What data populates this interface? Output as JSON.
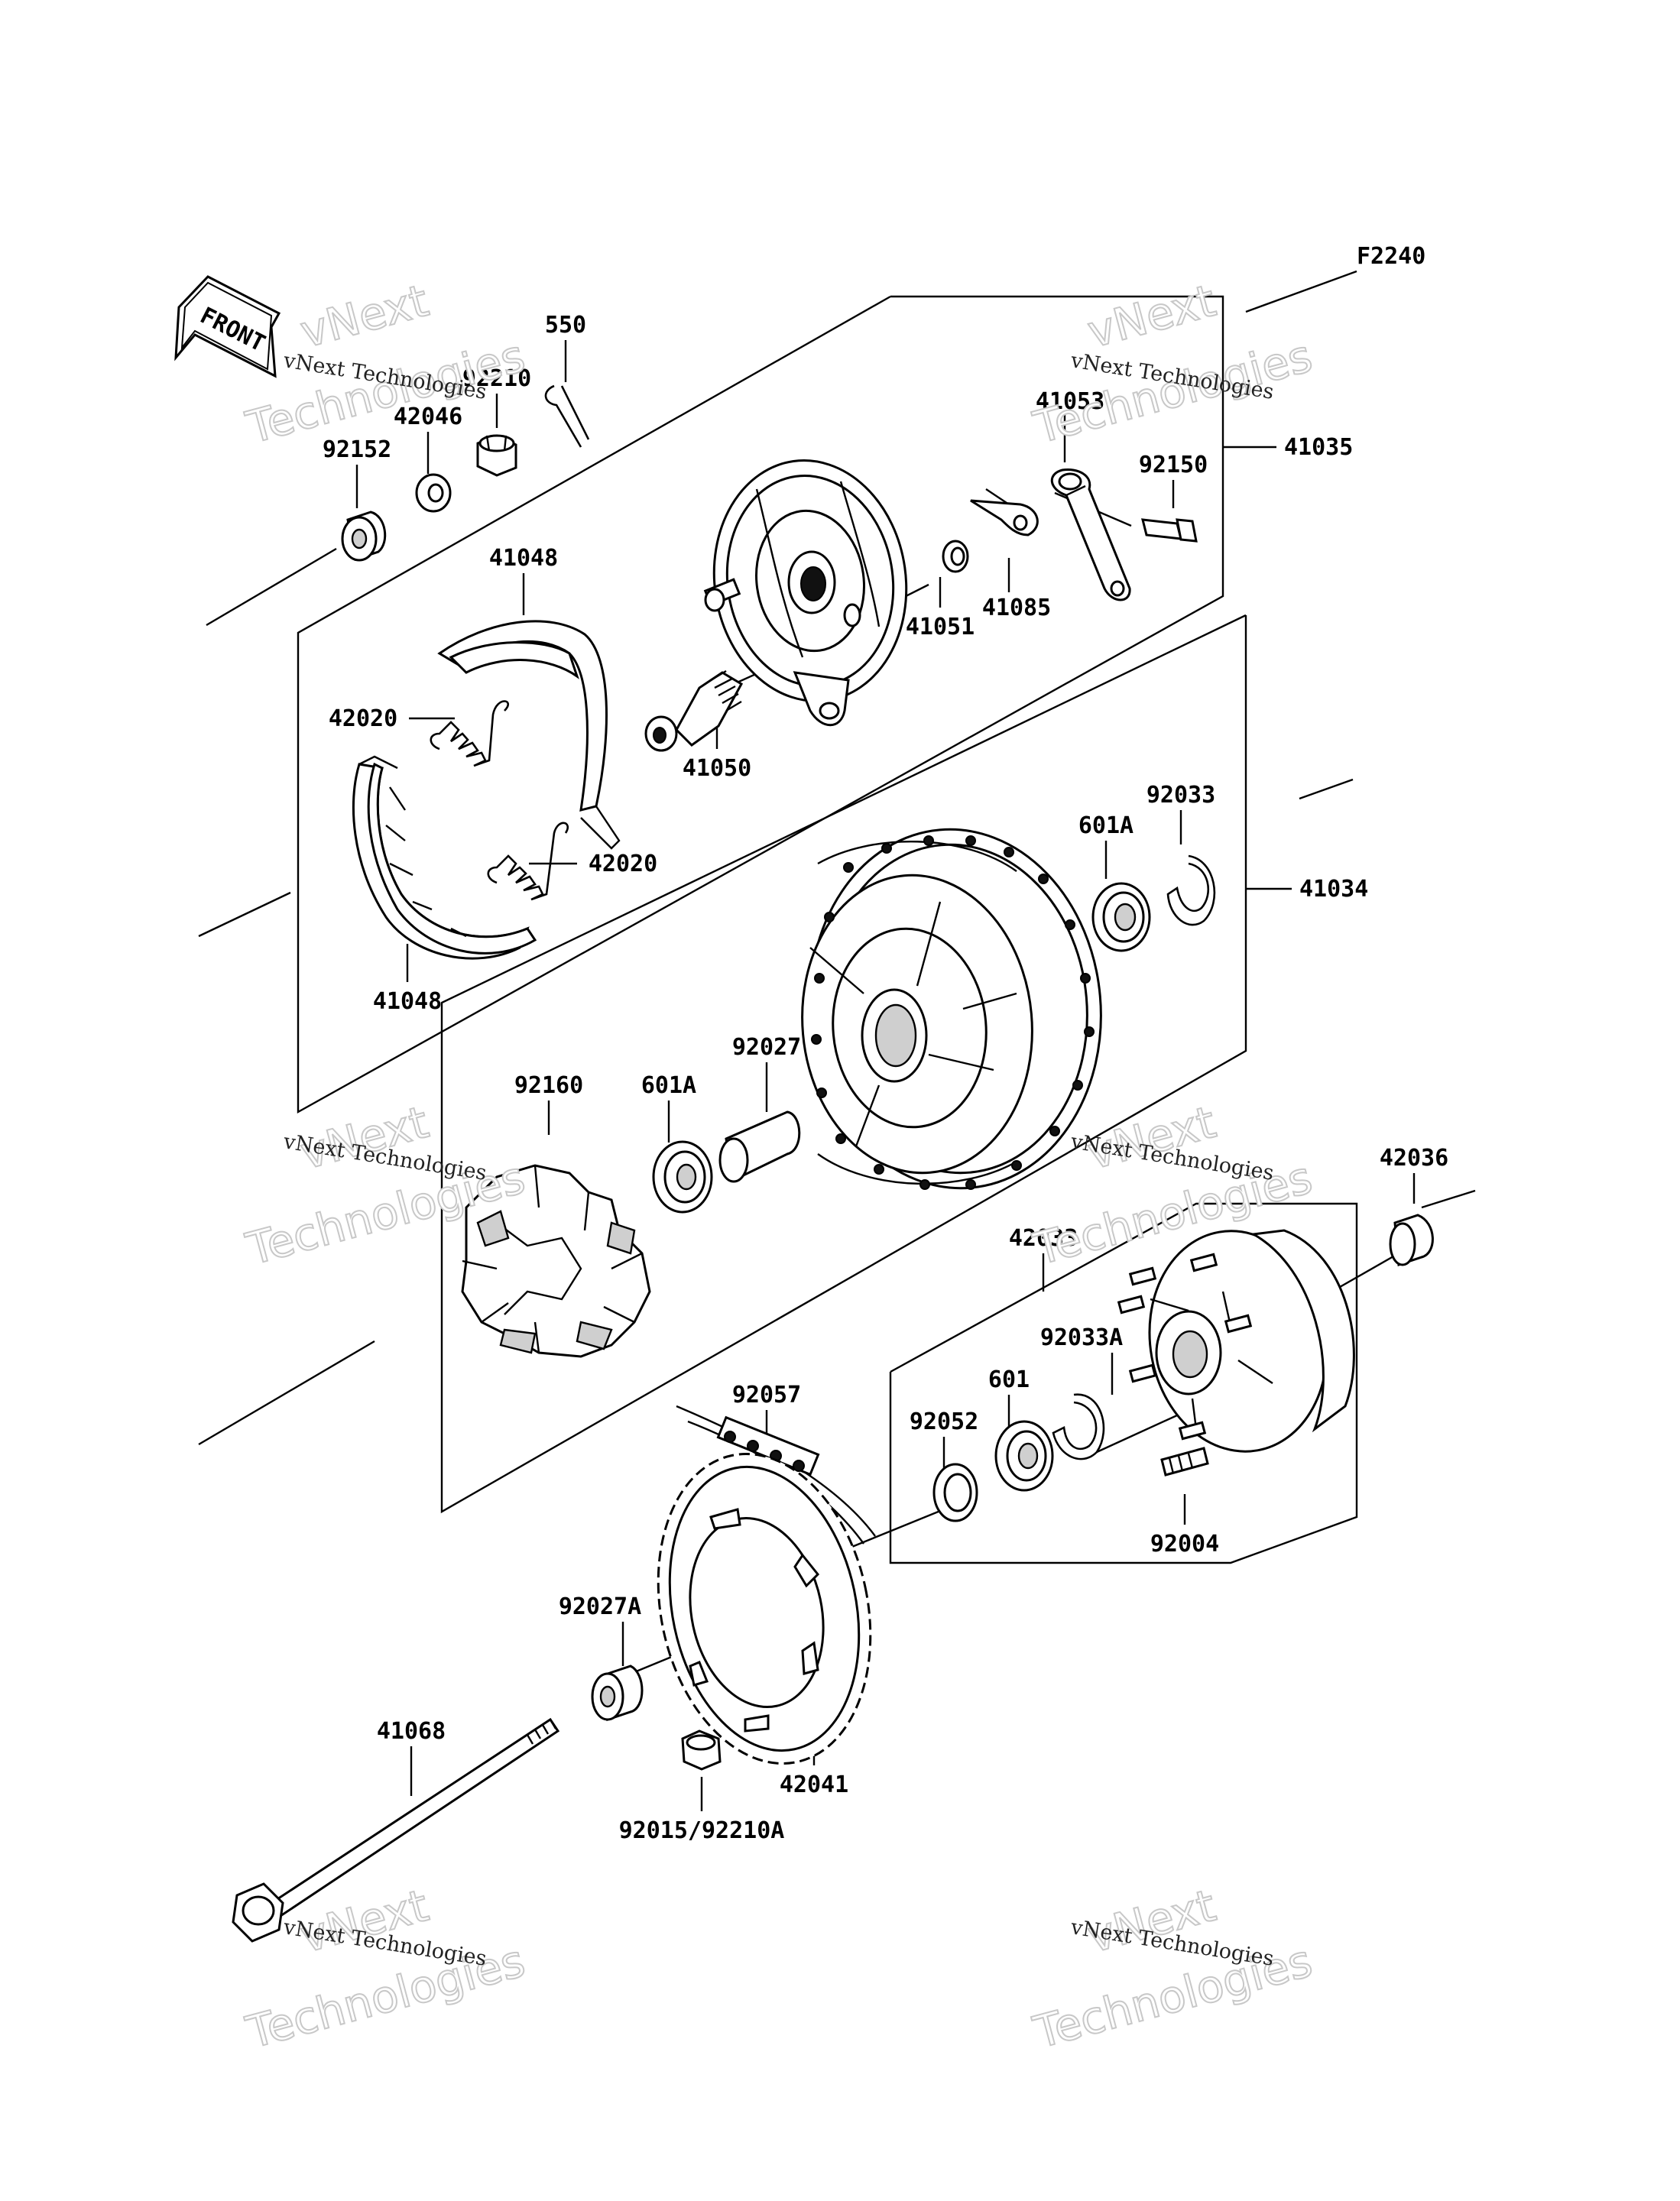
{
  "figure_code": "F2240",
  "front_arrow": {
    "text": "FRONT",
    "icon": "front-arrow-icon"
  },
  "part_labels": {
    "p550": "550",
    "p92210": "92210",
    "p42046": "42046",
    "p92152": "92152",
    "p41053": "41053",
    "p92150": "92150",
    "p41035": "41035",
    "p41048_top": "41048",
    "p41051": "41051",
    "p41085": "41085",
    "p42020_top": "42020",
    "p41050": "41050",
    "p92033": "92033",
    "p601A_top": "601A",
    "p42020_bottom": "42020",
    "p41034": "41034",
    "p41048_bottom": "41048",
    "p92160": "92160",
    "p601A_mid": "601A",
    "p92027": "92027",
    "p42036": "42036",
    "p42033": "42033",
    "p92033A": "92033A",
    "p601": "601",
    "p92057": "92057",
    "p92052": "92052",
    "p92004": "92004",
    "p92027A": "92027A",
    "p41068": "41068",
    "p42041": "42041",
    "p92015_92210A": "92015/92210A"
  },
  "watermark": {
    "company": "vNext Technologies",
    "word1": "vNext",
    "word2": "Technologies"
  }
}
